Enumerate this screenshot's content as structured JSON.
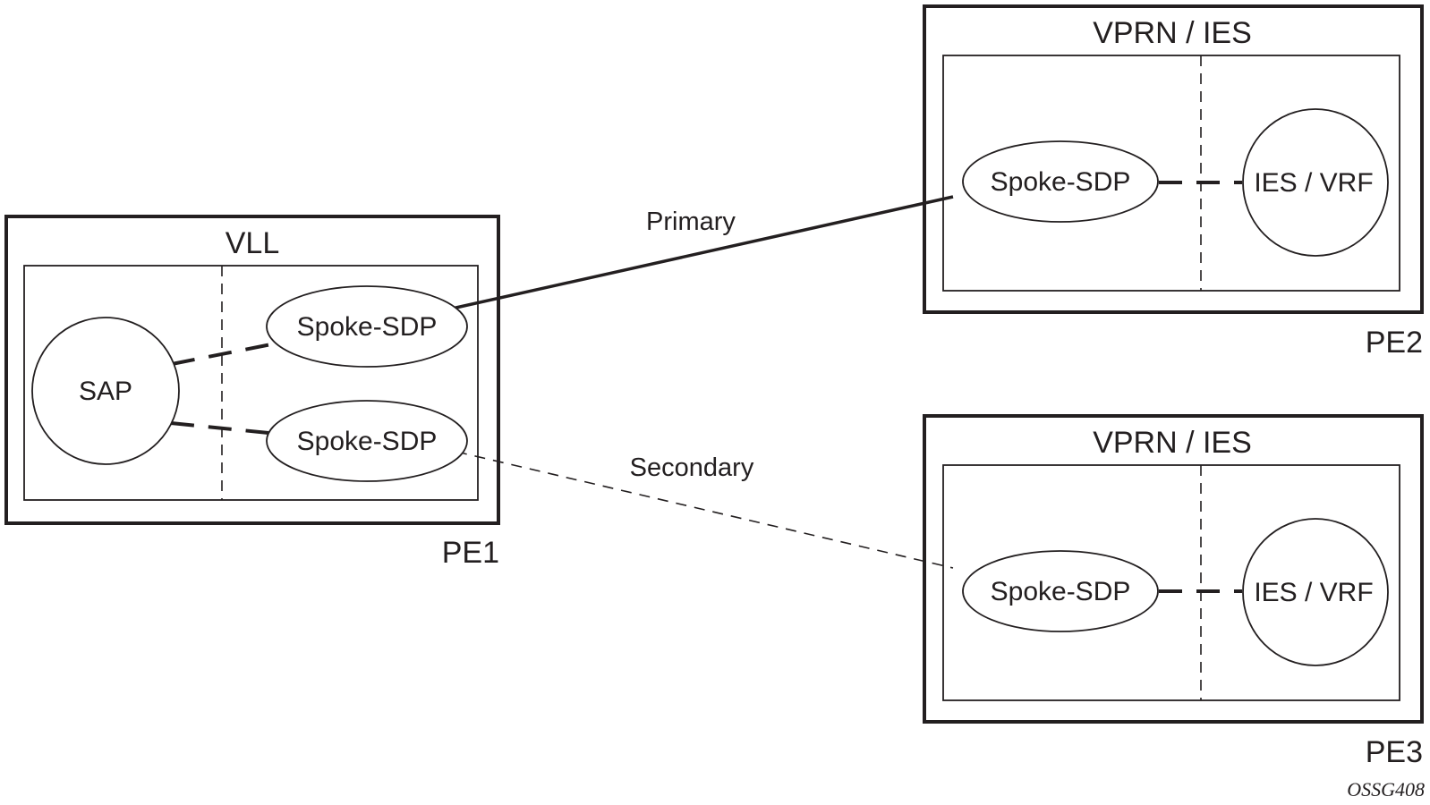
{
  "diagram": {
    "pe1": {
      "router_label": "PE1",
      "service_label": "VLL",
      "sap_label": "SAP",
      "spoke_top_label": "Spoke-SDP",
      "spoke_bottom_label": "Spoke-SDP"
    },
    "pe2": {
      "router_label": "PE2",
      "service_label": "VPRN / IES",
      "spoke_label": "Spoke-SDP",
      "vrf_label": "IES / VRF"
    },
    "pe3": {
      "router_label": "PE3",
      "service_label": "VPRN / IES",
      "spoke_label": "Spoke-SDP",
      "vrf_label": "IES / VRF"
    },
    "links": {
      "primary_label": "Primary",
      "secondary_label": "Secondary"
    },
    "figure_id": "OSSG408"
  }
}
